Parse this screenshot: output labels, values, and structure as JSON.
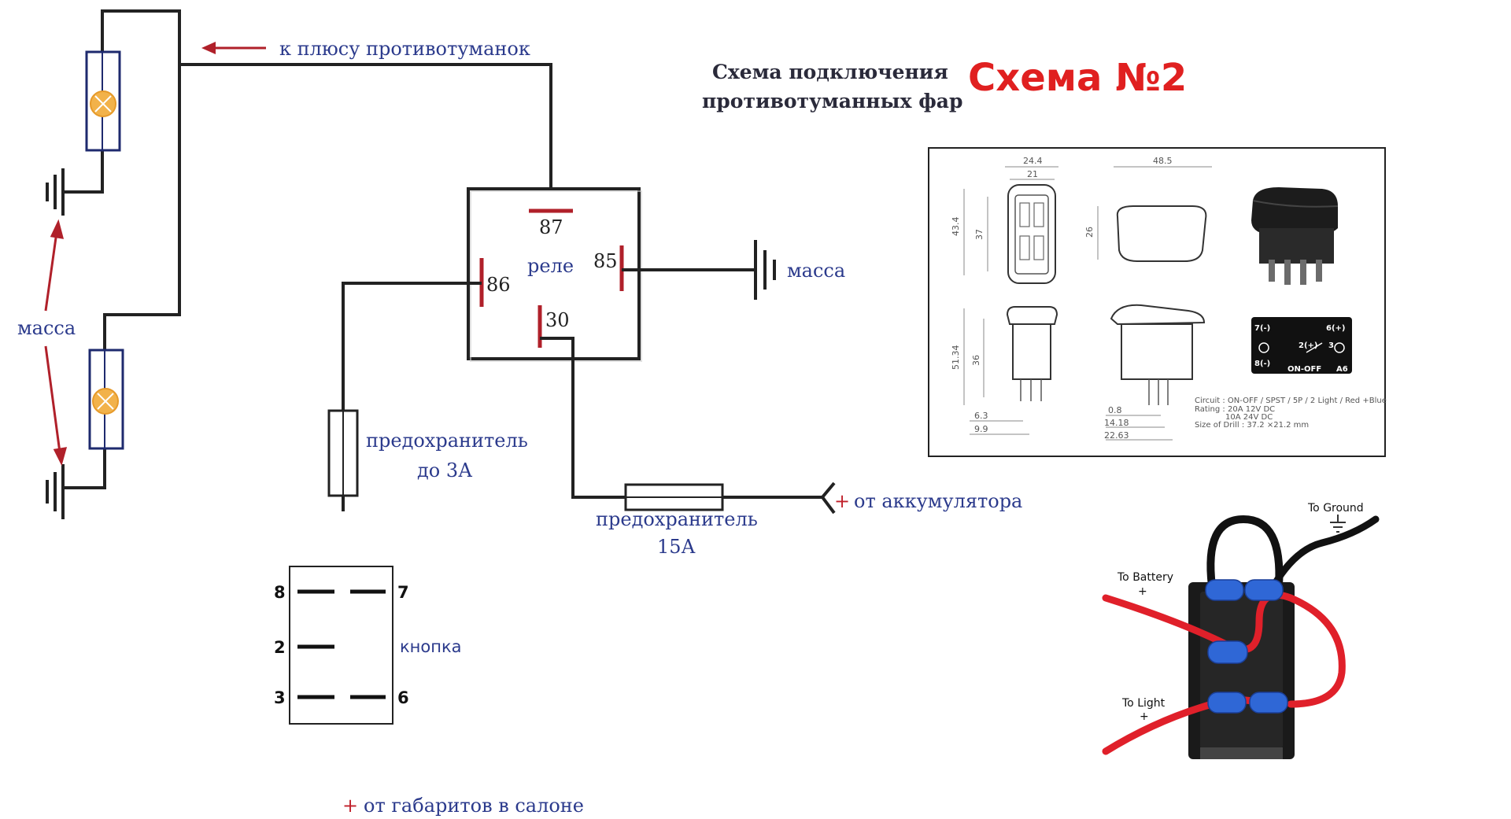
{
  "header": {
    "title_line1": "Схема подключения",
    "title_line2": "противотуманных фар",
    "scheme_title": "Схема №2"
  },
  "labels": {
    "to_fog_plus": "к плюсу противотуманок",
    "ground_left": "масса",
    "ground_right": "масса",
    "relay": "реле",
    "pin_87": "87",
    "pin_85": "85",
    "pin_86": "86",
    "pin_30": "30",
    "fuse_small_line1": "предохранитель",
    "fuse_small_line2": "до 3А",
    "fuse_big_line1": "предохранитель",
    "fuse_big_line2": "15А",
    "from_battery": "от аккумулятора",
    "from_parking": "от габаритов в салоне",
    "plus": "+"
  },
  "button": {
    "label": "кнопка",
    "pins": [
      "8",
      "7",
      "2",
      "3",
      "6"
    ]
  },
  "drawing": {
    "dims": [
      "24.4",
      "21",
      "48.5",
      "43.4",
      "37",
      "26",
      "51.34",
      "36",
      "6.3",
      "9.9",
      "0.8",
      "14.18",
      "22.63"
    ],
    "schematic": {
      "pins": [
        "7(-)",
        "6(+)",
        "2(+)",
        "3",
        "8(-)"
      ],
      "mode": "ON-OFF",
      "code": "A6"
    },
    "specs": [
      "Circuit : ON-OFF / SPST / 5P / 2  Light / Red +Blue",
      "Rating : 20A 12V DC",
      "10A 24V DC",
      "Size of Drill : 37.2 ×21.2 mm"
    ]
  },
  "photo": {
    "to_ground": "To Ground",
    "to_battery": "To Battery",
    "to_light": "To Light",
    "plus": "+"
  },
  "colors": {
    "wire": "#222222",
    "arrow": "#b0202a",
    "terminal": "#b0202a",
    "lamp": "#f2b24a",
    "lamp_frame": "#1e2a6e",
    "label_blue": "#2b3a8c",
    "title_red": "#e02020",
    "red_wire": "#e0202a",
    "blue_connector": "#2f67d6"
  }
}
